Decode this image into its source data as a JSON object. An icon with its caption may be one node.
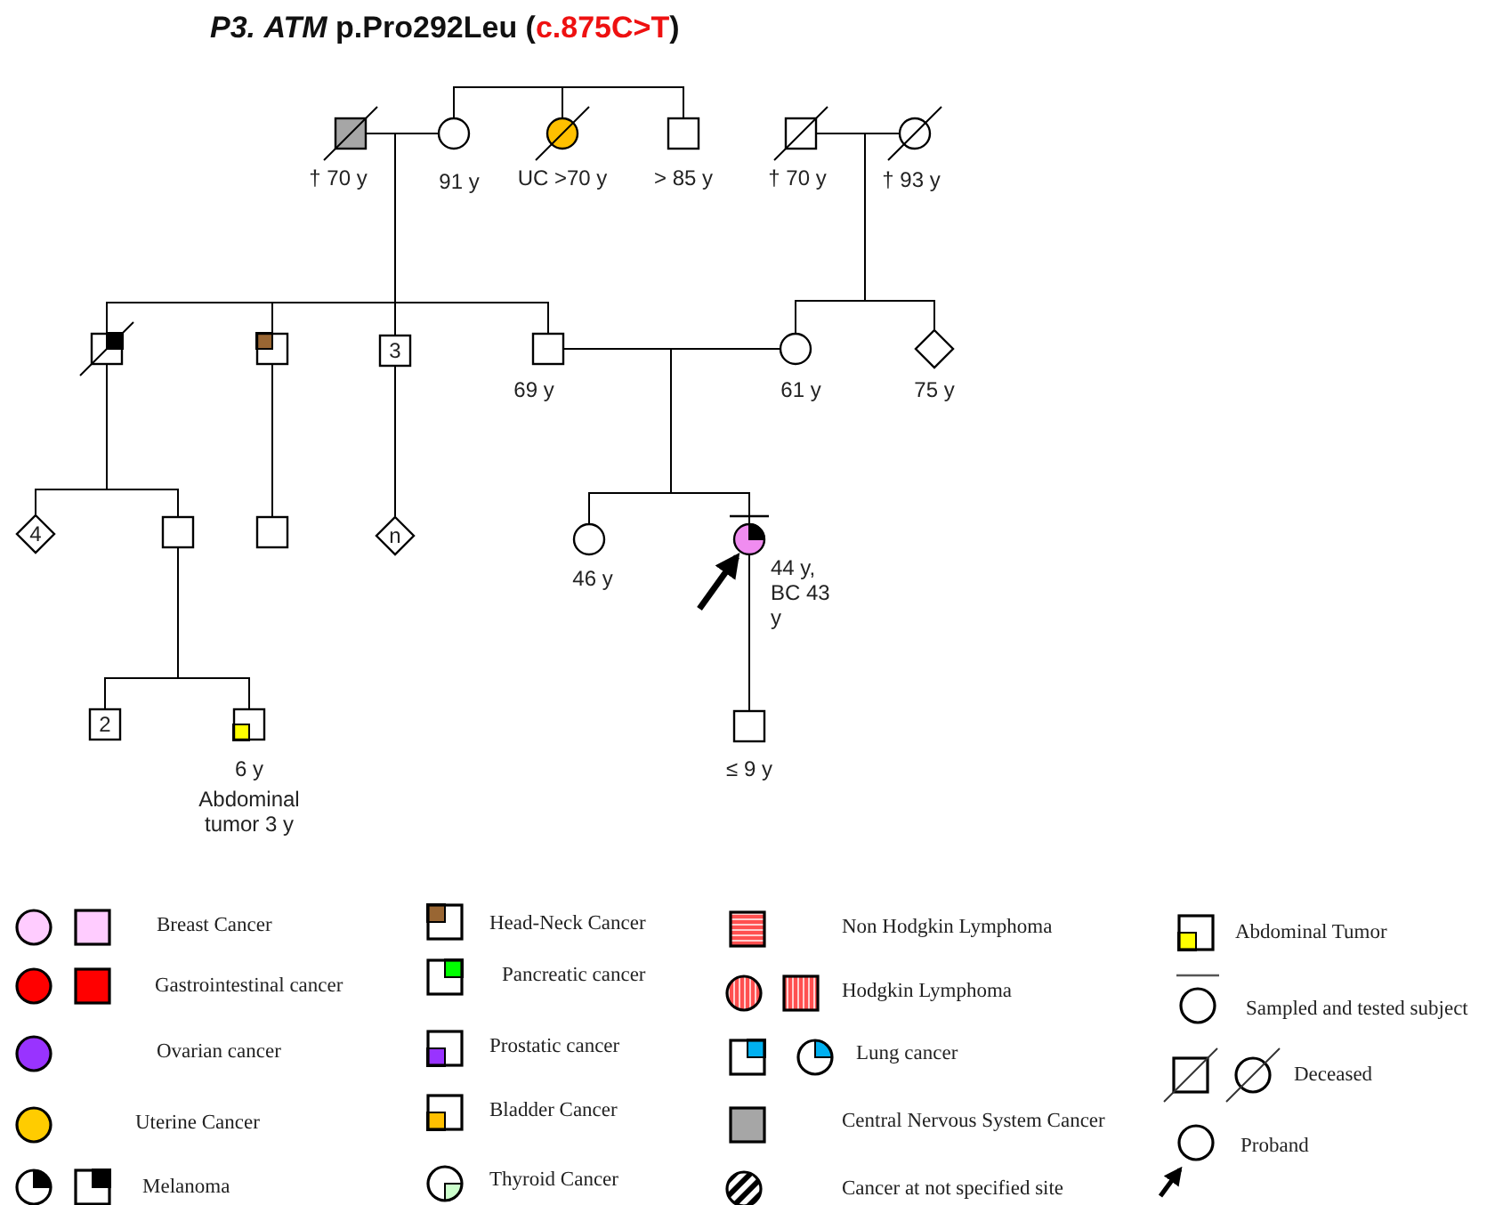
{
  "diagram": {
    "title": "*P3.* *ATM* p.Pro292Leu (c.875C>T)",
    "nodes": [
      {
        "text": [],
        "shape": "box",
        "beside": [
          "† 70 y"
        ]
      },
      {
        "text": [],
        "shape": "circle",
        "beside": [
          "91 y"
        ]
      },
      {
        "text": [],
        "shape": "circle",
        "beside": [
          "UC >70 y"
        ]
      },
      {
        "text": [],
        "shape": "box",
        "beside": [
          "> 85 y"
        ]
      },
      {
        "text": [],
        "shape": "box",
        "beside": [
          "† 70 y"
        ]
      },
      {
        "text": [],
        "shape": "circle",
        "beside": [
          "† 93 y"
        ]
      },
      {
        "text": [],
        "shape": "box"
      },
      {
        "text": [],
        "shape": "box"
      },
      {
        "text": [
          "3"
        ]
      },
      {
        "text": [],
        "shape": "box",
        "beside": [
          "69 y"
        ]
      },
      {
        "text": [],
        "shape": "circle",
        "beside": [
          "61 y"
        ]
      },
      {
        "text": [],
        "shape": "diamond",
        "beside": [
          "75 y"
        ]
      },
      {
        "text": [
          "4"
        ]
      },
      {
        "text": [],
        "shape": "box"
      },
      {
        "text": [],
        "shape": "box"
      },
      {
        "text": [
          "n"
        ]
      },
      {
        "text": [],
        "shape": "circle",
        "beside": [
          "46 y"
        ]
      },
      {
        "text": [],
        "shape": "circle",
        "beside": [
          "44 y, BC 43 y"
        ]
      },
      {
        "text": [
          "2"
        ]
      },
      {
        "text": [],
        "shape": "box",
        "beside": [
          "6 y",
          "Abdominal tumor 3 y"
        ]
      },
      {
        "text": [],
        "shape": "box",
        "beside": [
          "≤ 9 y"
        ]
      }
    ],
    "edges": [
      {
        "from": 0,
        "to": 1,
        "arrow": "none"
      },
      {
        "from": 1,
        "to": 2,
        "arrow": "none"
      },
      {
        "from": 1,
        "to": 3,
        "arrow": "none"
      },
      {
        "from": 4,
        "to": 5,
        "arrow": "none"
      },
      {
        "from": 0,
        "to": 6,
        "arrow": "none"
      },
      {
        "from": 1,
        "to": 6,
        "arrow": "none"
      },
      {
        "from": 0,
        "to": 7,
        "arrow": "none"
      },
      {
        "from": 1,
        "to": 7,
        "arrow": "none"
      },
      {
        "from": 0,
        "to": 8,
        "arrow": "none"
      },
      {
        "from": 1,
        "to": 8,
        "arrow": "none"
      },
      {
        "from": 0,
        "to": 9,
        "arrow": "none"
      },
      {
        "from": 1,
        "to": 9,
        "arrow": "none"
      },
      {
        "from": 4,
        "to": 10,
        "arrow": "none"
      },
      {
        "from": 5,
        "to": 10,
        "arrow": "none"
      },
      {
        "from": 4,
        "to": 11,
        "arrow": "none"
      },
      {
        "from": 5,
        "to": 11,
        "arrow": "none"
      },
      {
        "from": 9,
        "to": 10,
        "arrow": "none"
      },
      {
        "from": 6,
        "to": 12,
        "arrow": "none"
      },
      {
        "from": 6,
        "to": 13,
        "arrow": "none"
      },
      {
        "from": 7,
        "to": 14,
        "arrow": "none"
      },
      {
        "from": 8,
        "to": 15,
        "arrow": "none"
      },
      {
        "from": 9,
        "to": 16,
        "arrow": "none"
      },
      {
        "from": 10,
        "to": 16,
        "arrow": "none"
      },
      {
        "from": 9,
        "to": 17,
        "arrow": "none"
      },
      {
        "from": 10,
        "to": 17,
        "arrow": "none"
      },
      {
        "from": 13,
        "to": 18,
        "arrow": "none"
      },
      {
        "from": 13,
        "to": 19,
        "arrow": "none"
      },
      {
        "from": 17,
        "to": 20,
        "arrow": "none"
      },
      {
        "from": null,
        "to": 17,
        "arrow": "to",
        "style": "thick"
      }
    ],
    "legend": [
      {
        "text": "Breast Cancer",
        "color": "#ffccff"
      },
      {
        "text": "Gastrointestinal cancer",
        "color": "#ff0000"
      },
      {
        "text": "Ovarian cancer",
        "color": "#9933ff"
      },
      {
        "text": "Uterine Cancer",
        "color": "#ffcc00"
      },
      {
        "text": "Melanoma",
        "color": "#000000"
      },
      {
        "text": "Head-Neck Cancer",
        "color": "#996633"
      },
      {
        "text": "Pancreatic cancer",
        "color": "#00ff00"
      },
      {
        "text": "Prostatic cancer",
        "color": "#9933ff"
      },
      {
        "text": "Bladder Cancer",
        "color": "#ffc000"
      },
      {
        "text": "Thyroid Cancer",
        "color": "#ccffcc"
      },
      {
        "text": "Non Hodgkin Lymphoma"
      },
      {
        "text": "Hodgkin Lymphoma"
      },
      {
        "text": "Lung cancer",
        "color": "#00b0f0"
      },
      {
        "text": "Central Nervous System Cancer",
        "color": "#a6a6a6"
      },
      {
        "text": "Cancer at not specified site"
      },
      {
        "text": "Abdominal Tumor",
        "color": "#ffff00"
      },
      {
        "text": "Sampled and tested subject"
      },
      {
        "text": "Deceased"
      },
      {
        "text": "Proband"
      }
    ]
  }
}
